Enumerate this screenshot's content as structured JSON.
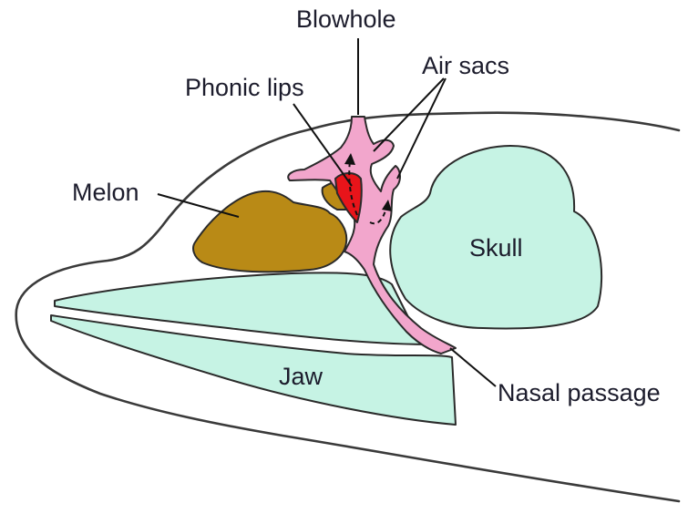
{
  "labels": {
    "blowhole": "Blowhole",
    "air_sacs": "Air sacs",
    "phonic_lips": "Phonic lips",
    "melon": "Melon",
    "skull": "Skull",
    "jaw": "Jaw",
    "nasal_passage": "Nasal passage"
  },
  "colors": {
    "bone": "#c6f3e4",
    "melon": "#b98a16",
    "air_passage": "#f2a6cc",
    "phonic_lips": "#e8141a",
    "outline": "#3a3a3a"
  }
}
